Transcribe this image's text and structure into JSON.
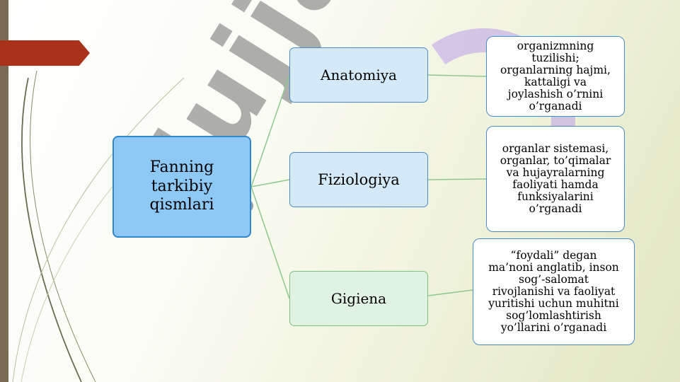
{
  "diagram": {
    "root": "Fanning tarkibiy qismlari",
    "branches": [
      {
        "label": "Anatomiya",
        "detail": "organizmning tuzilishi;\norganlarning hajmi,\nkattaligi va\njoylashish o’rnini\no’rganadi"
      },
      {
        "label": "Fiziologiya",
        "detail": "organlar sistemasi,\norganlar, to’qimalar\nva hujayralarning\nfaoliyati hamda\nfunksiyalarini\no’rganadi"
      },
      {
        "label": "Gigiena",
        "detail": "“foydali” degan\nma’noni anglatib, inson\nsog’-salomat\nrivojlanishi va faoliyat\nyuritishi uchun muhitni\nsog’lomlashtirish\nyo’llarini o’rganadi"
      }
    ]
  },
  "watermark": "Hujjat"
}
